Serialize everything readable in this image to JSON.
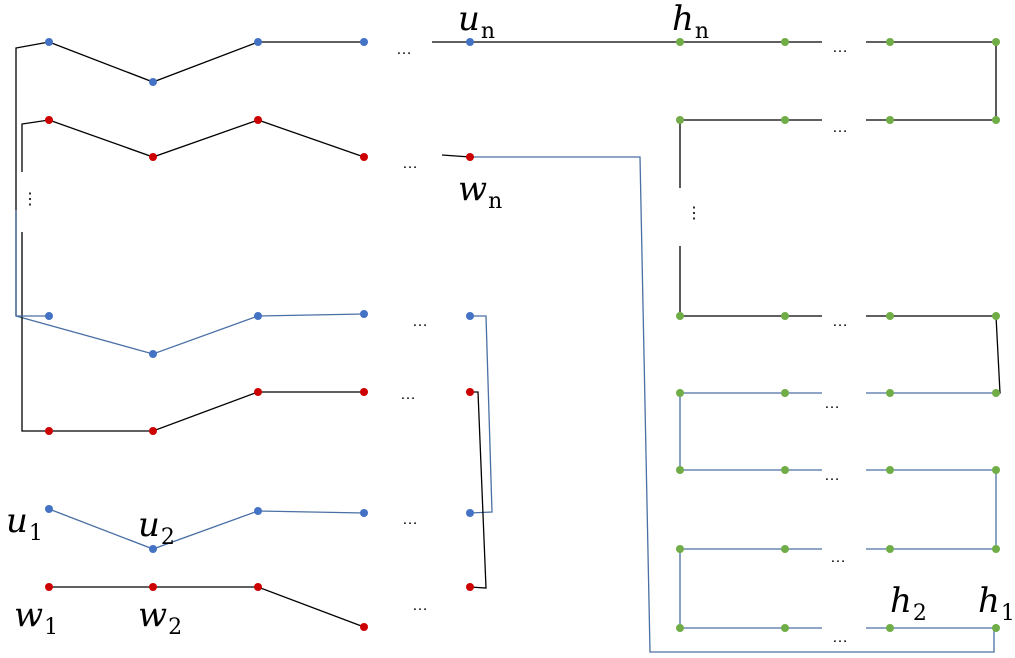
{
  "colors": {
    "blue_node": "#4472c4",
    "red_node": "#cc0000",
    "green_node": "#70ad47",
    "black_edge": "#000000",
    "blue_edge": "#4a6fa5"
  },
  "labels": {
    "u1": {
      "base": "u",
      "sub": "1"
    },
    "u2": {
      "base": "u",
      "sub": "2"
    },
    "un": {
      "base": "u",
      "sub": "n"
    },
    "w1": {
      "base": "w",
      "sub": "1"
    },
    "w2": {
      "base": "w",
      "sub": "2"
    },
    "wn": {
      "base": "w",
      "sub": "n"
    },
    "h1": {
      "base": "h",
      "sub": "1"
    },
    "h2": {
      "base": "h",
      "sub": "2"
    },
    "hn": {
      "base": "h",
      "sub": "n"
    }
  },
  "ellipsis": {
    "horizontal": "…",
    "vertical": "⋮"
  }
}
